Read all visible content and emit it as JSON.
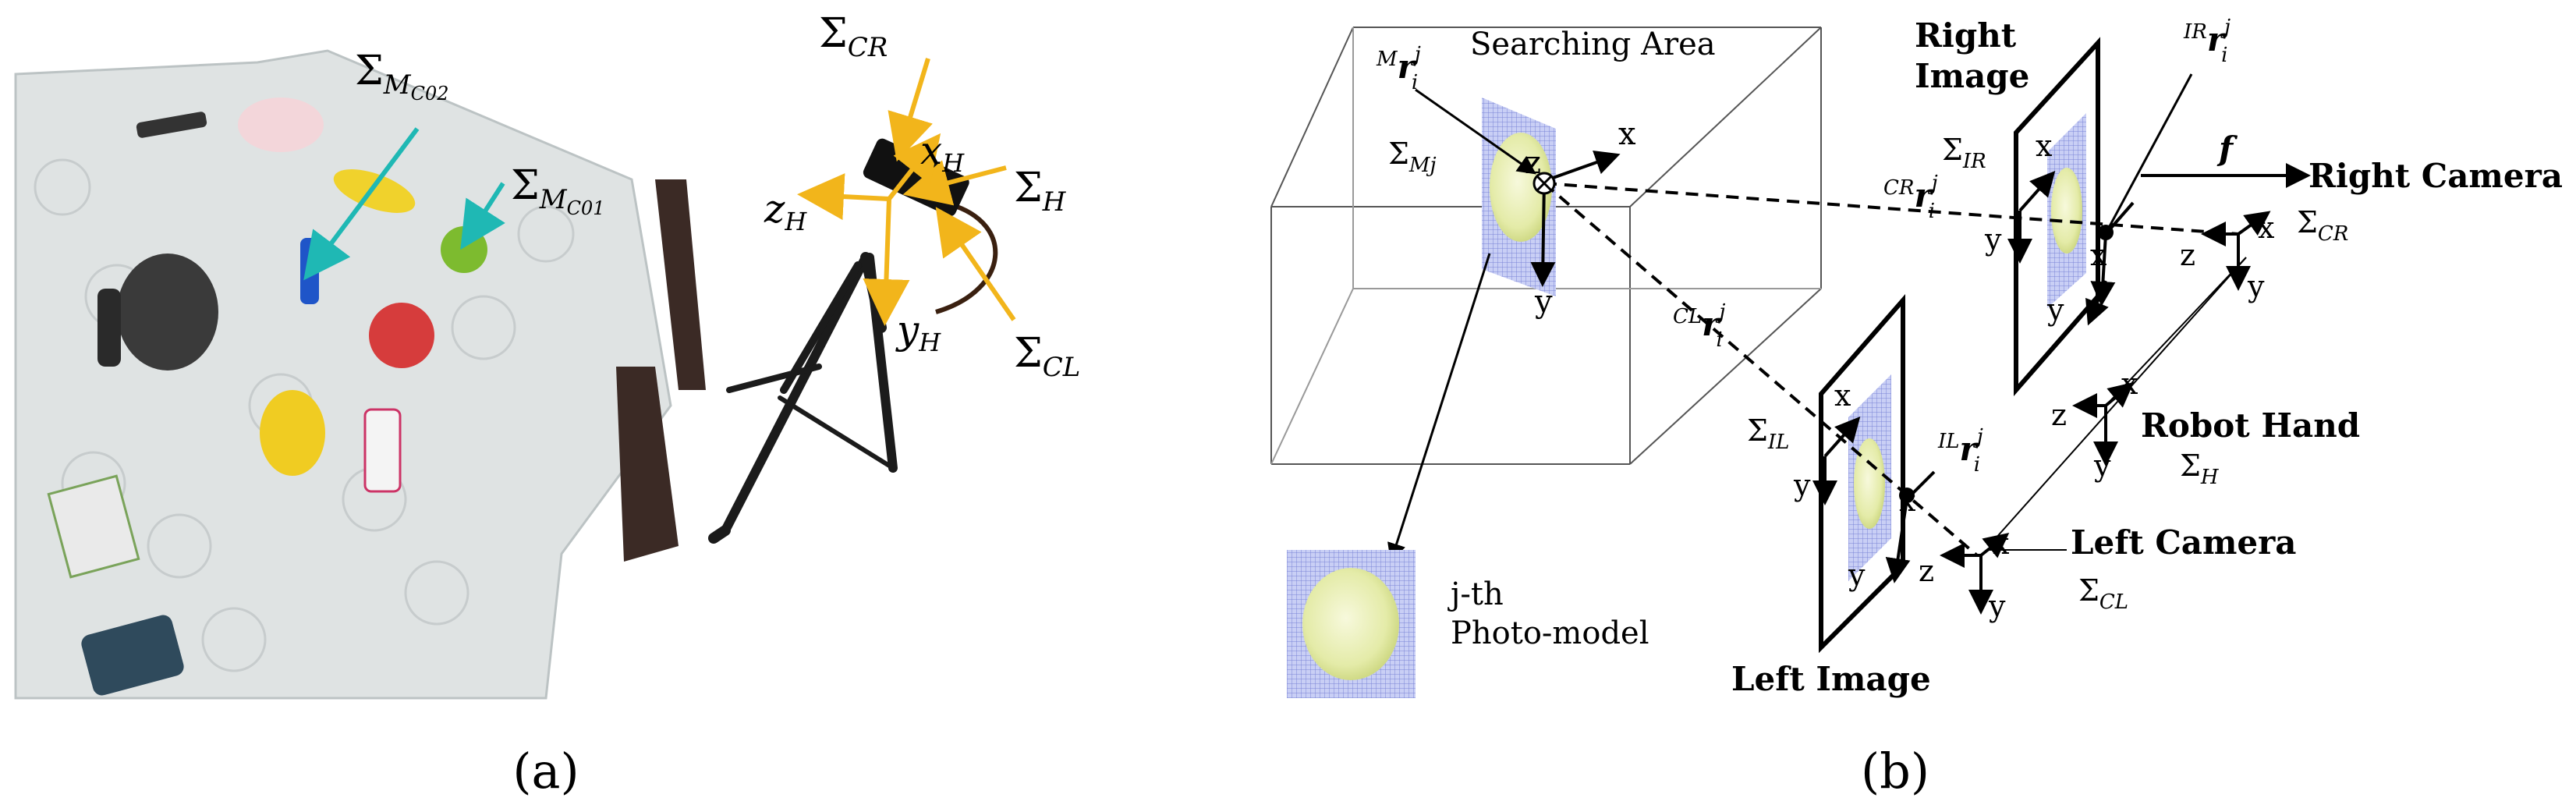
{
  "panel_a": {
    "caption": "(a)",
    "frames": {
      "sigma_cr": {
        "sym": "Σ",
        "sub": "CR"
      },
      "sigma_mc02": {
        "sym": "Σ",
        "sub": "M",
        "subsub": "C02"
      },
      "sigma_mc01": {
        "sym": "Σ",
        "sub": "M",
        "subsub": "C01"
      },
      "sigma_h": {
        "sym": "Σ",
        "sub": "H"
      },
      "sigma_cl": {
        "sym": "Σ",
        "sub": "CL"
      },
      "x_h": {
        "sym": "x",
        "sub": "H"
      },
      "z_h": {
        "sym": "z",
        "sub": "H"
      },
      "y_h": {
        "sym": "y",
        "sub": "H"
      }
    },
    "colors": {
      "camera_arrow": "#f2b51b",
      "object_arrow": "#1fb8b4"
    }
  },
  "panel_b": {
    "caption": "(b)",
    "searching_area_label": "Searching Area",
    "right_image_label": [
      "Right",
      "Image"
    ],
    "left_image_label": "Left Image",
    "right_camera_label": "Right Camera",
    "left_camera_label": "Left Camera",
    "robot_hand_label": "Robot Hand",
    "photo_model_label": [
      "j-th",
      "Photo-model"
    ],
    "focal_label": "f",
    "axis_letters": {
      "x": "x",
      "y": "y",
      "z": "z"
    },
    "frames": {
      "sigma_mj": {
        "sym": "Σ",
        "sub": "Mj"
      },
      "sigma_ir": {
        "sym": "Σ",
        "sub": "IR"
      },
      "sigma_il": {
        "sym": "Σ",
        "sub": "IL"
      },
      "sigma_cr": {
        "sym": "Σ",
        "sub": "CR"
      },
      "sigma_h": {
        "sym": "Σ",
        "sub": "H"
      },
      "sigma_cl": {
        "sym": "Σ",
        "sub": "CL"
      }
    },
    "vectors": {
      "m_r": {
        "pre": "M",
        "body": "r",
        "sub": "i",
        "sup": "j"
      },
      "ir_r": {
        "pre": "IR",
        "body": "r",
        "sub": "i",
        "sup": "j"
      },
      "cr_r": {
        "pre": "CR",
        "body": "r",
        "sub": "i",
        "sup": "j"
      },
      "cl_r": {
        "pre": "CL",
        "body": "r",
        "sub": "i",
        "sup": "j"
      },
      "il_r": {
        "pre": "IL",
        "body": "r",
        "sub": "i",
        "sup": "j"
      }
    }
  }
}
